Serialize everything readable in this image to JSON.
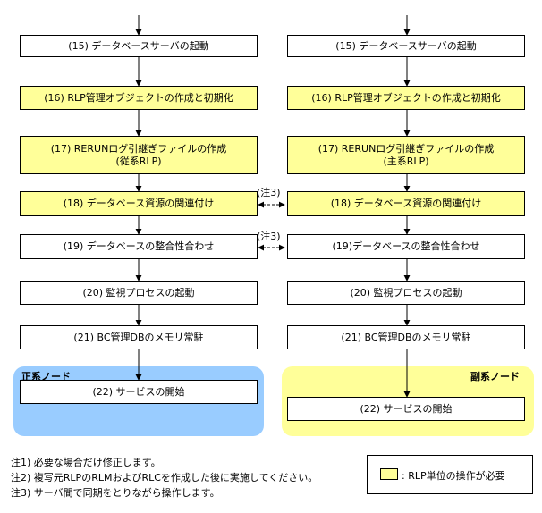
{
  "left_column": {
    "steps": [
      {
        "label": "(15) データベースサーバの起動",
        "rlp": false
      },
      {
        "label": "(16) RLP管理オブジェクトの作成と初期化",
        "rlp": true
      },
      {
        "label": "(17) RERUNログ引継ぎファイルの作成\n(従系RLP)",
        "rlp": true
      },
      {
        "label": "(18) データベース資源の関連付け",
        "rlp": true
      },
      {
        "label": "(19) データベースの整合性合わせ",
        "rlp": false
      },
      {
        "label": "(20) 監視プロセスの起動",
        "rlp": false
      },
      {
        "label": "(21) BC管理DBのメモリ常駐",
        "rlp": false
      }
    ],
    "node_label": "正系ノード",
    "final_step": "(22) サービスの開始"
  },
  "right_column": {
    "steps": [
      {
        "label": "(15) データベースサーバの起動",
        "rlp": false
      },
      {
        "label": "(16) RLP管理オブジェクトの作成と初期化",
        "rlp": true
      },
      {
        "label": "(17) RERUNログ引継ぎファイルの作成\n(主系RLP)",
        "rlp": true
      },
      {
        "label": "(18) データベース資源の関連付け",
        "rlp": true
      },
      {
        "label": "(19)データベースの整合性合わせ",
        "rlp": false
      },
      {
        "label": "(20) 監視プロセスの起動",
        "rlp": false
      },
      {
        "label": "(21) BC管理DBのメモリ常駐",
        "rlp": false
      }
    ],
    "node_label": "副系ノード",
    "final_step": "(22) サービスの開始"
  },
  "sync_notes": [
    "(注3)",
    "(注3)"
  ],
  "notes": [
    "注1) 必要な場合だけ修正します。",
    "注2) 複写元RLPのRLMおよびRLCを作成した後に実施してください。",
    "注3) サーバ間で同期をとりながら操作します。"
  ],
  "legend": {
    "label": ": RLP単位の操作が必要"
  },
  "colors": {
    "rlp_step": "#ffff99",
    "primary_node": "#99ccff",
    "secondary_node": "#ffff99"
  }
}
